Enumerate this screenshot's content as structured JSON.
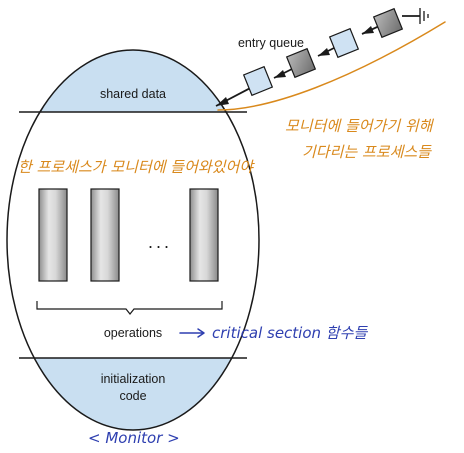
{
  "monitor": {
    "shared_data_label": "shared data",
    "operations_label": "operations",
    "ellipsis": "...",
    "initialization_line1": "initialization",
    "initialization_line2": "code",
    "caption": "< Monitor >",
    "operation_count_shown": 3
  },
  "queue": {
    "label": "entry queue",
    "process_count": 4
  },
  "annotations": {
    "inside_process": "한 프로세스가 모니터에 들어와있어야",
    "waiting_line1": "모니터에 들어가기 위해",
    "waiting_line2": "기다리는 프로세스들",
    "operations_note": "critical section 함수들"
  },
  "colors": {
    "section_fill": "#c9dff1",
    "queue_box_fill": "#cfe2f3",
    "queue_box_dark_fill": "#8a8a8a",
    "orange_ink": "#d9891c",
    "blue_ink": "#2e3fb0"
  }
}
